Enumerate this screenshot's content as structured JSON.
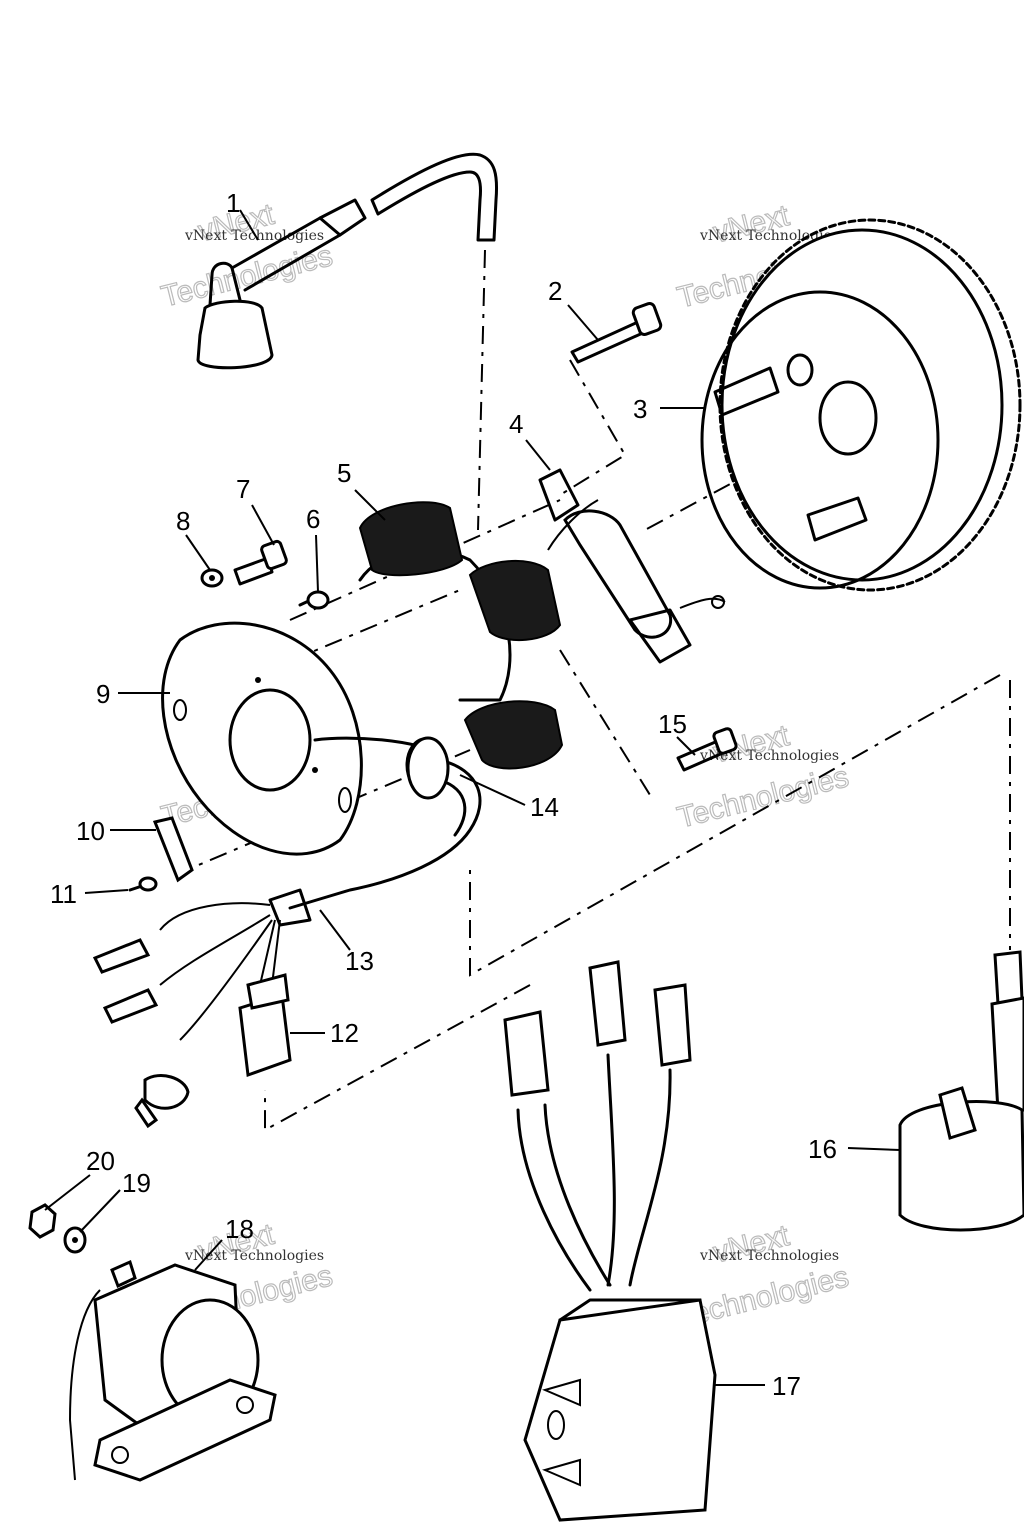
{
  "watermark": {
    "line_small": "vNext Technologies",
    "line_big_1": "vNext",
    "line_big_2": "Technologies"
  },
  "callouts": [
    "1",
    "2",
    "3",
    "4",
    "5",
    "6",
    "7",
    "8",
    "9",
    "10",
    "11",
    "12",
    "13",
    "14",
    "15",
    "16",
    "17",
    "18",
    "19",
    "20"
  ],
  "parts": [
    {
      "id": "1",
      "name": "spark-plug-cap-and-lead"
    },
    {
      "id": "2",
      "name": "flywheel-bolt"
    },
    {
      "id": "3",
      "name": "flywheel"
    },
    {
      "id": "4",
      "name": "pulser-coil"
    },
    {
      "id": "5",
      "name": "stator-coils"
    },
    {
      "id": "6",
      "name": "screw"
    },
    {
      "id": "7",
      "name": "bolt"
    },
    {
      "id": "8",
      "name": "washer"
    },
    {
      "id": "9",
      "name": "stator-base-plate"
    },
    {
      "id": "10",
      "name": "wire-clamp"
    },
    {
      "id": "11",
      "name": "clamp-screw"
    },
    {
      "id": "12",
      "name": "connector"
    },
    {
      "id": "13",
      "name": "wire-harness"
    },
    {
      "id": "14",
      "name": "grommet"
    },
    {
      "id": "15",
      "name": "pulser-bolt"
    },
    {
      "id": "16",
      "name": "ignition-coil"
    },
    {
      "id": "17",
      "name": "cdi-unit"
    },
    {
      "id": "18",
      "name": "starter-relay"
    },
    {
      "id": "19",
      "name": "washer"
    },
    {
      "id": "20",
      "name": "nut"
    }
  ]
}
